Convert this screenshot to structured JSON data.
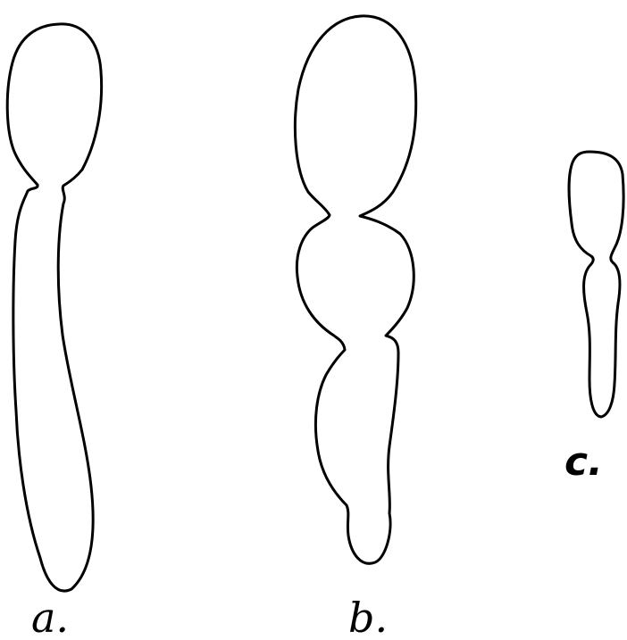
{
  "figure": {
    "labels": {
      "a": "a.",
      "b": "b.",
      "c": "c."
    }
  }
}
